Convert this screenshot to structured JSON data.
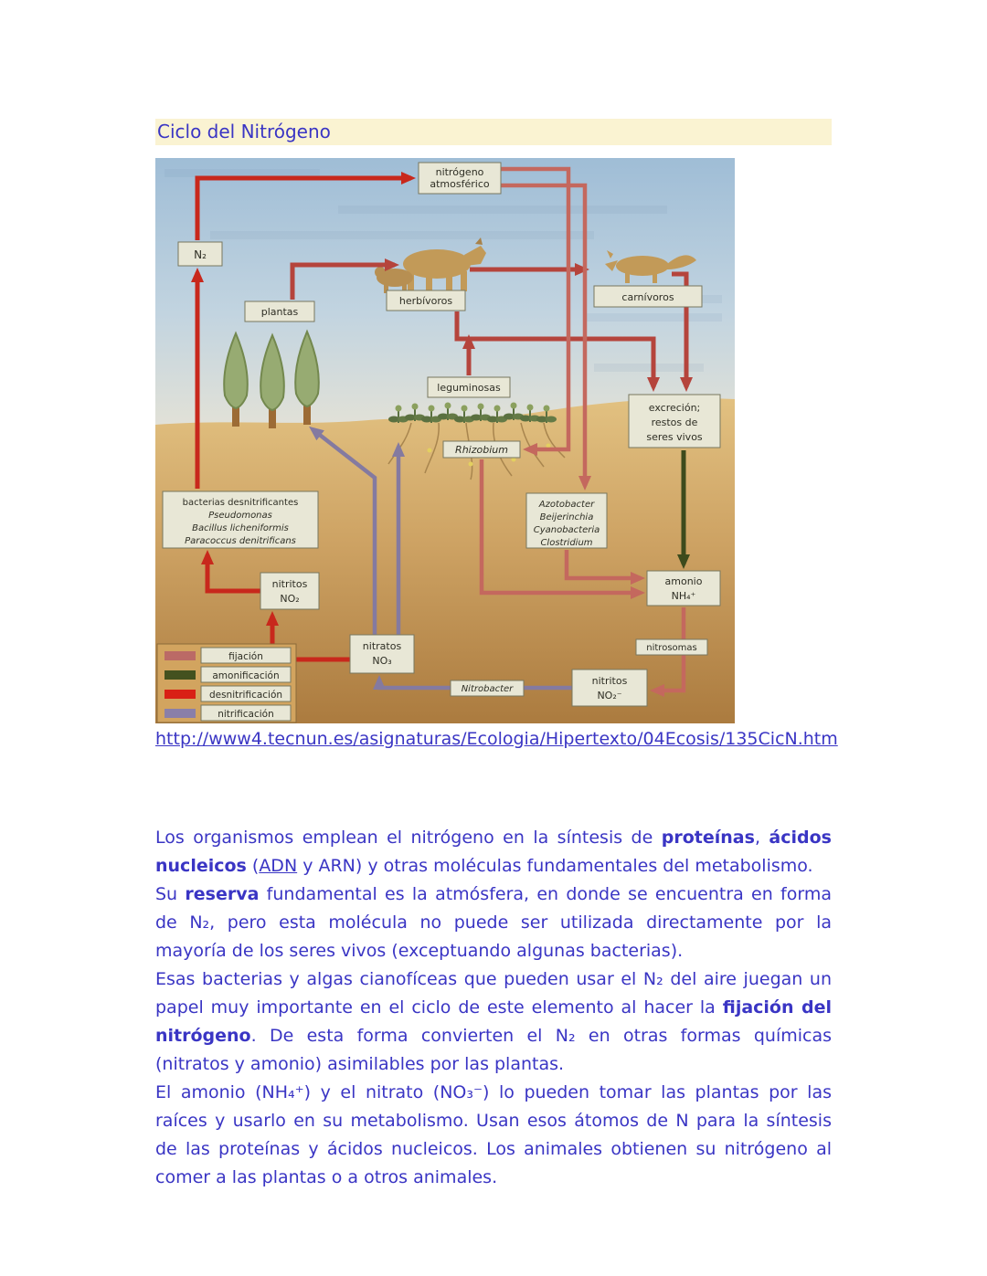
{
  "page": {
    "title": "Ciclo del Nitrógeno",
    "link": "http://www4.tecnun.es/asignaturas/Ecologia/Hipertexto/04Ecosis/135CicN.htm"
  },
  "diagram": {
    "boxes": {
      "atmos": {
        "lines": [
          "nitrógeno",
          "atmosférico"
        ]
      },
      "n2": {
        "label": "N₂"
      },
      "plantas": {
        "label": "plantas"
      },
      "herbivoros": {
        "label": "herbívoros"
      },
      "carnivoros": {
        "label": "carnívoros"
      },
      "leguminosas": {
        "label": "leguminosas"
      },
      "excrecion": {
        "lines": [
          "excreción;",
          "restos de",
          "seres vivos"
        ]
      },
      "rhizobium": {
        "label": "Rhizobium"
      },
      "bacterias": {
        "lines": [
          "bacterias desnitrificantes",
          "Pseudomonas",
          "Bacillus licheniformis",
          "Paracoccus denitrificans"
        ]
      },
      "azotobacter": {
        "lines": [
          "Azotobacter",
          "Beijerinchia",
          "Cyanobacteria",
          "Clostridium"
        ]
      },
      "nitritos_izq": {
        "lines": [
          "nitritos",
          "NO₂"
        ]
      },
      "amonio": {
        "lines": [
          "amonio",
          "NH₄⁺"
        ]
      },
      "nitratos": {
        "lines": [
          "nitratos",
          "NO₃"
        ]
      },
      "nitrosomas": {
        "label": "nitrosomas"
      },
      "nitritos_der": {
        "lines": [
          "nitritos",
          "NO₂⁻"
        ]
      },
      "nitrobacter": {
        "label": "Nitrobacter"
      }
    },
    "legend": {
      "items": [
        {
          "label": "fijación",
          "color": "#bb6a66"
        },
        {
          "label": "amonificación",
          "color": "#44511f"
        },
        {
          "label": "desnitrificación",
          "color": "#d92015"
        },
        {
          "label": "nitrificación",
          "color": "#8a7fa8"
        }
      ]
    },
    "arrow_colors": {
      "fijacion": "#c4685e",
      "amonificacion": "#3d4b1c",
      "desnitrificacion": "#c8281c",
      "nitrificacion": "#847aa0",
      "cadena_alimentaria": "#b5443c"
    }
  },
  "body": {
    "paragraphs": [
      [
        {
          "t": "Los organismos emplean el nitrógeno en la síntesis de "
        },
        {
          "t": "proteínas",
          "b": true
        },
        {
          "t": ", "
        },
        {
          "t": "ácidos nucleicos",
          "b": true
        },
        {
          "t": " ("
        },
        {
          "t": "ADN",
          "u": true
        },
        {
          "t": " y ARN) y otras moléculas fundamentales del metabolismo."
        }
      ],
      [
        {
          "t": "Su "
        },
        {
          "t": "reserva",
          "b": true
        },
        {
          "t": " fundamental es la atmósfera, en donde se encuentra en forma de N₂, pero esta molécula no puede ser utilizada directamente por la mayoría de los seres vivos (exceptuando algunas bacterias)."
        }
      ],
      [
        {
          "t": "Esas bacterias y algas cianofíceas que pueden usar el N₂ del aire juegan un papel muy importante en el ciclo de este elemento al hacer la "
        },
        {
          "t": "fijación del nitrógeno",
          "b": true
        },
        {
          "t": ". De esta forma convierten el N₂ en otras formas químicas (nitratos y amonio) asimilables por las plantas."
        }
      ],
      [
        {
          "t": "El amonio (NH₄⁺) y el nitrato (NO₃⁻) lo pueden tomar las plantas por las raíces y usarlo en su metabolismo. Usan esos átomos de N para la síntesis de las proteínas y ácidos nucleicos. Los animales obtienen su nitrógeno al comer a las plantas o a otros animales."
        }
      ]
    ]
  }
}
